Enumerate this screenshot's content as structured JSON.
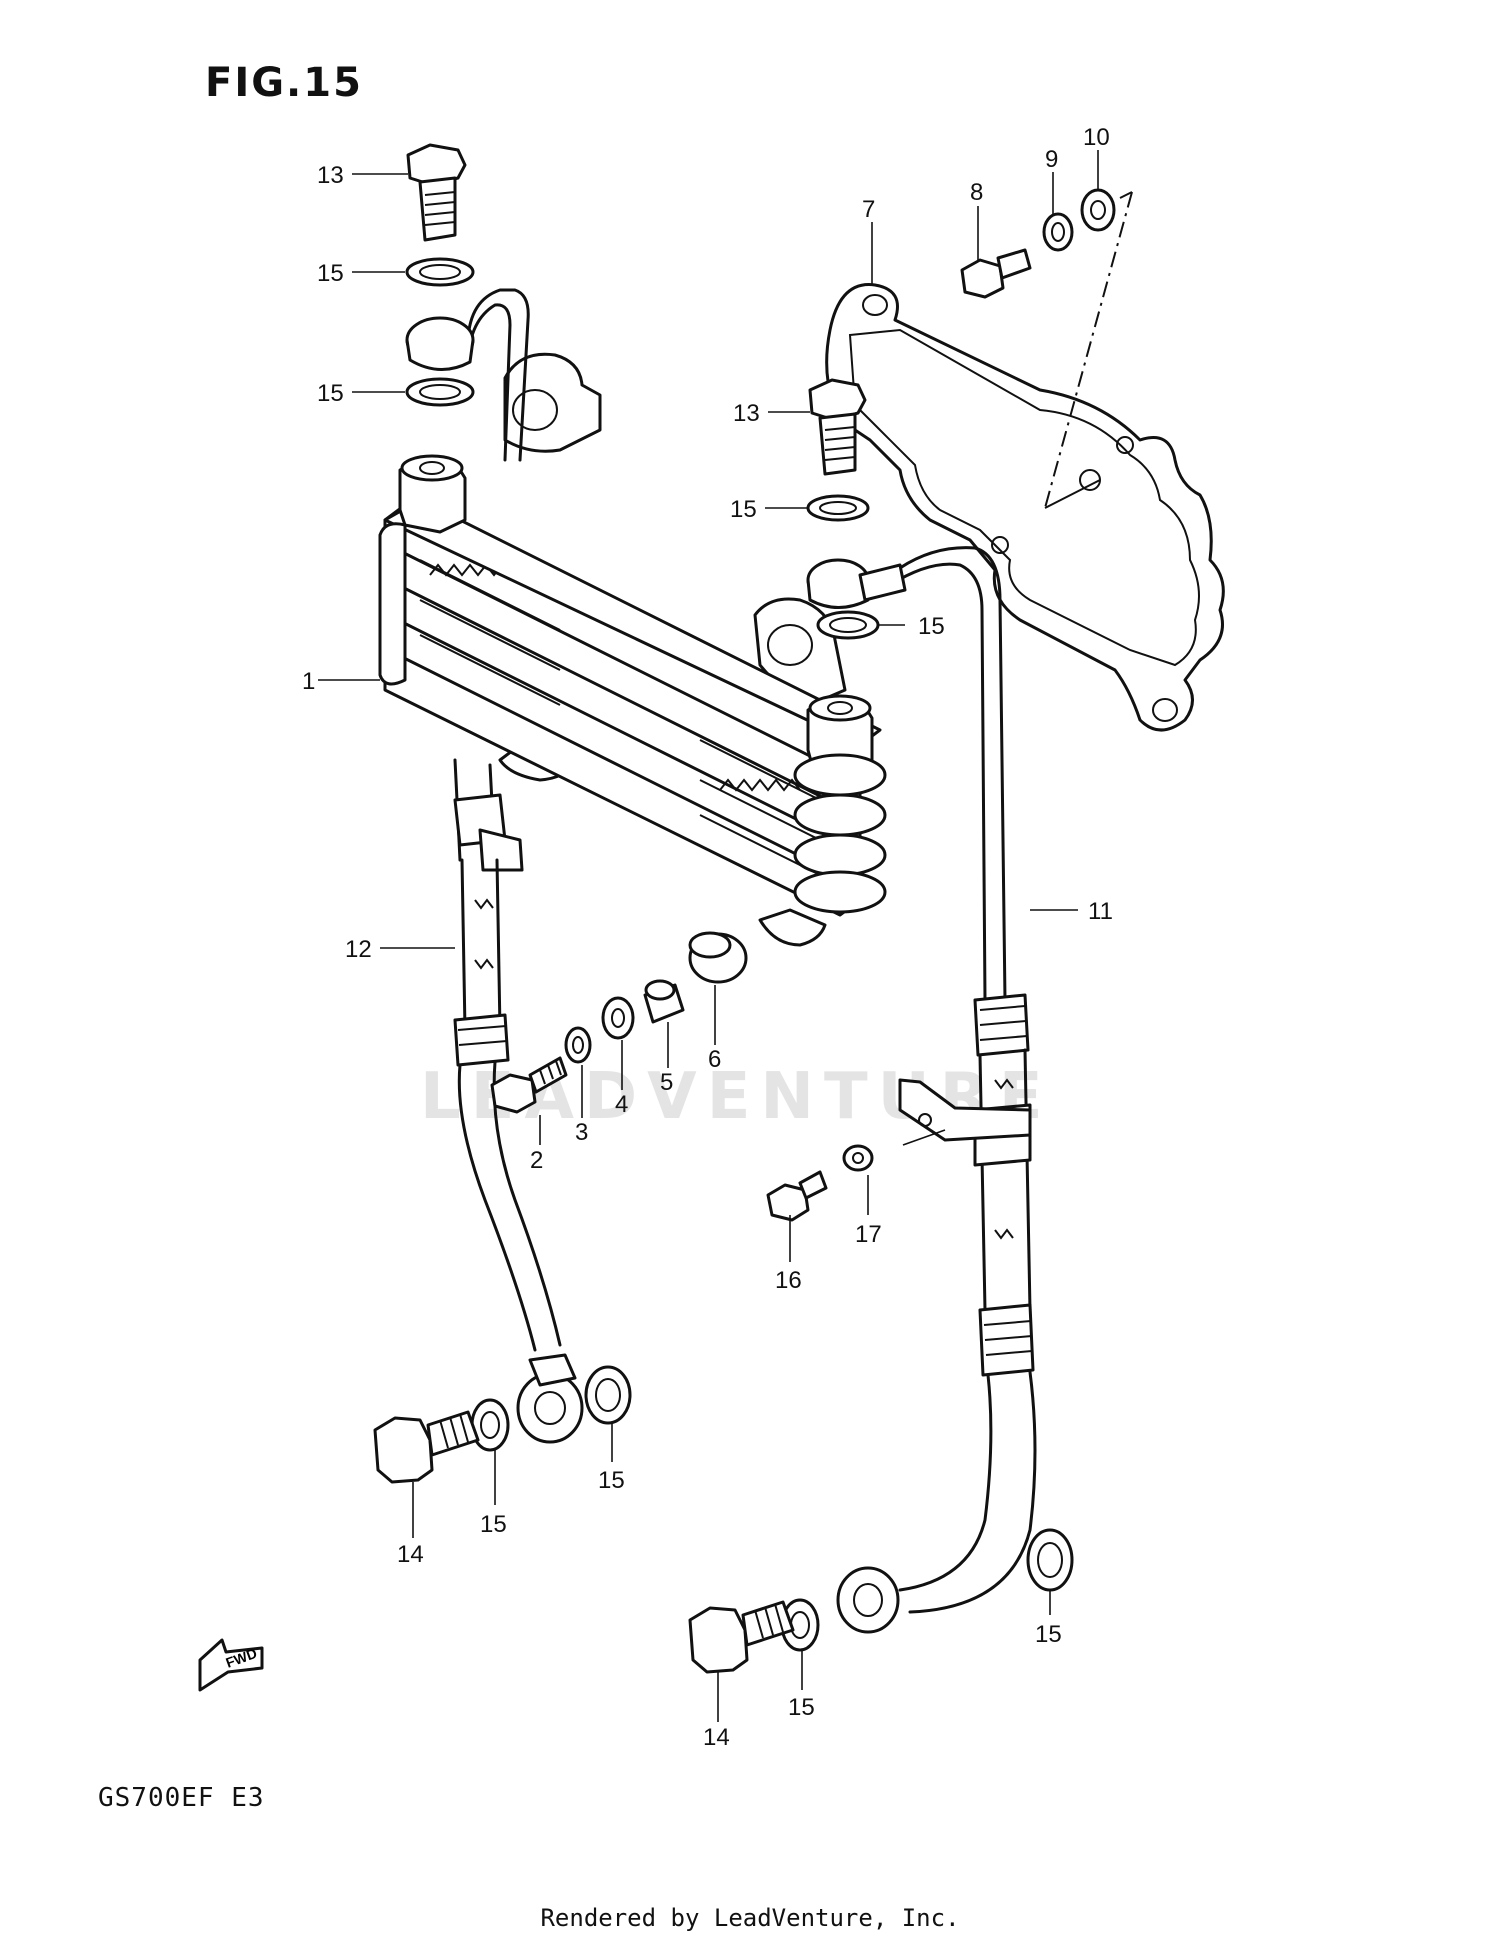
{
  "figure": {
    "title": "FIG.15",
    "model_code": "GS700EF  E3"
  },
  "footer": "Rendered by LeadVenture, Inc.",
  "watermark": "LEADVENTURE",
  "fwd_label": "FWD",
  "callouts": [
    {
      "id": "c1",
      "label": "1"
    },
    {
      "id": "c2",
      "label": "2"
    },
    {
      "id": "c3",
      "label": "3"
    },
    {
      "id": "c4",
      "label": "4"
    },
    {
      "id": "c5",
      "label": "5"
    },
    {
      "id": "c6",
      "label": "6"
    },
    {
      "id": "c7",
      "label": "7"
    },
    {
      "id": "c8",
      "label": "8"
    },
    {
      "id": "c9",
      "label": "9"
    },
    {
      "id": "c10",
      "label": "10"
    },
    {
      "id": "c11",
      "label": "11"
    },
    {
      "id": "c12",
      "label": "12"
    },
    {
      "id": "c13a",
      "label": "13"
    },
    {
      "id": "c13b",
      "label": "13"
    },
    {
      "id": "c14a",
      "label": "14"
    },
    {
      "id": "c14b",
      "label": "14"
    },
    {
      "id": "c15a",
      "label": "15"
    },
    {
      "id": "c15b",
      "label": "15"
    },
    {
      "id": "c15c",
      "label": "15"
    },
    {
      "id": "c15d",
      "label": "15"
    },
    {
      "id": "c15e",
      "label": "15"
    },
    {
      "id": "c15f",
      "label": "15"
    },
    {
      "id": "c15g",
      "label": "15"
    },
    {
      "id": "c15h",
      "label": "15"
    },
    {
      "id": "c16",
      "label": "16"
    },
    {
      "id": "c17",
      "label": "17"
    }
  ]
}
